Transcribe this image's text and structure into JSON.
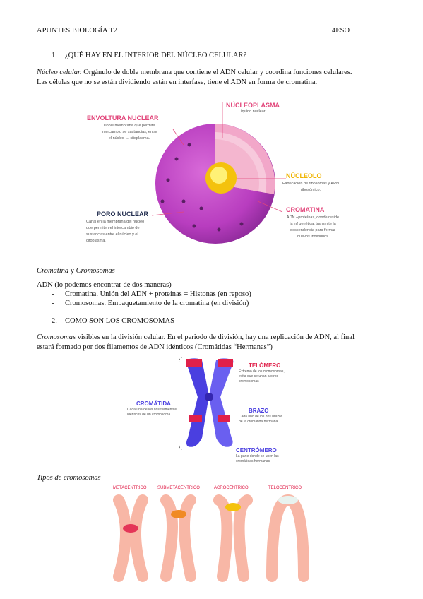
{
  "header": {
    "left": "APUNTES BIOLOGÍA T2",
    "right": "4ESO"
  },
  "section1": {
    "number": "1.",
    "title": "¿QUÉ HAY EN EL INTERIOR DEL NÚCLEO CELULAR?",
    "term": "Núcleo celular.",
    "line1": " Orgánulo de doble membrana que contiene el ADN celular y coordina funciones celulares.",
    "line2": "Las células que no se están dividiendo están en interfase, tiene el ADN en forma de cromatina."
  },
  "nucleus_figure": {
    "envoltura_title": "ENVOLTURA NUCLEAR",
    "envoltura_desc": [
      "Doble membrana que permite",
      "intercambio se sustancias, entre",
      "el núcleo → citoplasma."
    ],
    "poro_title": "PORO NUCLEAR",
    "poro_desc": [
      "Canal en la membrana del núcleo",
      "que permiten el intercambio de",
      "sustancias entre el núcleo y el",
      "citoplasma."
    ],
    "nucleoplasma_title": "NÚCLEOPLASMA",
    "nucleoplasma_desc": [
      "Líquido nuclear."
    ],
    "nucleolo_title": "NÚCLEOLO",
    "nucleolo_desc": [
      "Fabricación de ribosomas y ARN",
      "ribosómico."
    ],
    "cromatina_title": "CROMATINA",
    "cromatina_desc": [
      "ADN +proteínas, donde reside",
      "la inf genética, transmite la",
      "descendencia para formar",
      "nuevos individuos"
    ]
  },
  "cromatina_section": {
    "heading_a": "Cromatina",
    "heading_y": " y ",
    "heading_b": "Cromosomas",
    "intro": "ADN (lo podemos encontrar de dos maneras)",
    "bullet1": "Cromatina. Unión del ADN + proteínas = Histonas (en reposo)",
    "bullet2": "Cromosomas. Empaquetamiento de la cromatina (en división)",
    "bullet_mark": "-"
  },
  "section2": {
    "number": "2.",
    "title": "COMO SON LOS CROMOSOMAS",
    "term": "Cromosomas",
    "line1": " visibles en la división celular. En el periodo de división, hay una replicación de ADN, al final",
    "line2": "estará formado por dos filamentos de ADN idénticos (Cromátidas “Hermanas”)"
  },
  "chromosome_figure": {
    "telomero_title": "TELÓMERO",
    "telomero_desc": [
      "Extremo de los cromosomas,",
      "evita que se unan a otros",
      "cromosomas"
    ],
    "cromatida_title": "CROMÁTIDA",
    "cromatida_desc": [
      "Cada una de los dos filamentos",
      "idénticos de un cromosoma"
    ],
    "brazo_title": "BRAZO",
    "brazo_desc": [
      "Cada uno de los dos brazos",
      "de la cromátida hermana"
    ],
    "centromero_title": "CENTRÓMERO",
    "centromero_desc": [
      "La parte donde se unen las",
      "cromátidas hermanas"
    ]
  },
  "types": {
    "heading": "Tipos de cromosomas",
    "labels": [
      "METACÉNTRICO",
      "SUBMETACÉNTRICO",
      "ACROCÉNTRICO",
      "TELOCÉNTRICO"
    ]
  },
  "colors": {
    "nucleus_purple": "#b83dbf",
    "nucleolus_yellow": "#f4c20d",
    "label_pink": "#e2457a",
    "label_yellow": "#f0b400",
    "label_navy": "#1f2b4d",
    "chromo_blue": "#4a3fe0",
    "chromo_red": "#e0204a",
    "type_skin": "#f8b7a6"
  }
}
